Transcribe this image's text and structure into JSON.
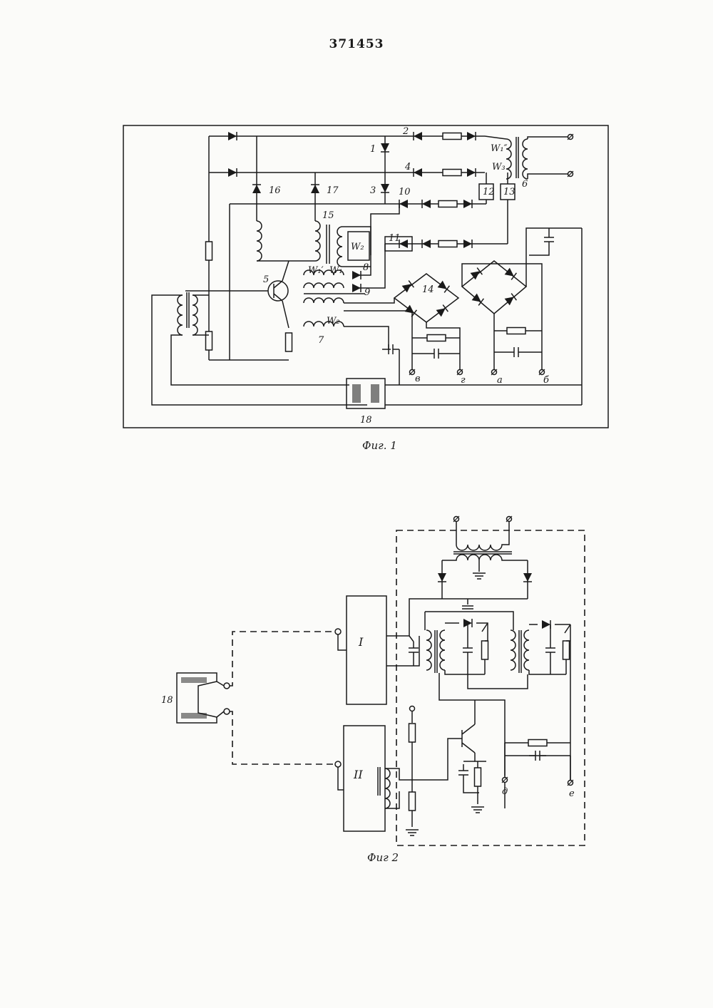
{
  "document": {
    "number": "371453"
  },
  "figure1": {
    "caption": "Фиг. 1",
    "labels": {
      "n1": "1",
      "n2": "2",
      "n3": "3",
      "n4": "4",
      "n5": "5",
      "n6": "6",
      "n7": "7",
      "n8": "8",
      "n9": "9",
      "n10": "10",
      "n11": "11",
      "n12": "12",
      "n13": "13",
      "n14": "14",
      "n15": "15",
      "n16": "16",
      "n17": "17",
      "n18": "18",
      "w1pp": "W₁″",
      "w3": "W₃",
      "w2a": "W₂",
      "w2b": "W₂",
      "w1p": "W₁′",
      "w1": "W₁",
      "ta": "а",
      "tb": "б",
      "tv": "в",
      "tg": "г"
    }
  },
  "figure2": {
    "caption": "Фиг 2",
    "labels": {
      "block1": "I",
      "block2": "II",
      "n18": "18",
      "td": "д",
      "te": "е"
    }
  }
}
